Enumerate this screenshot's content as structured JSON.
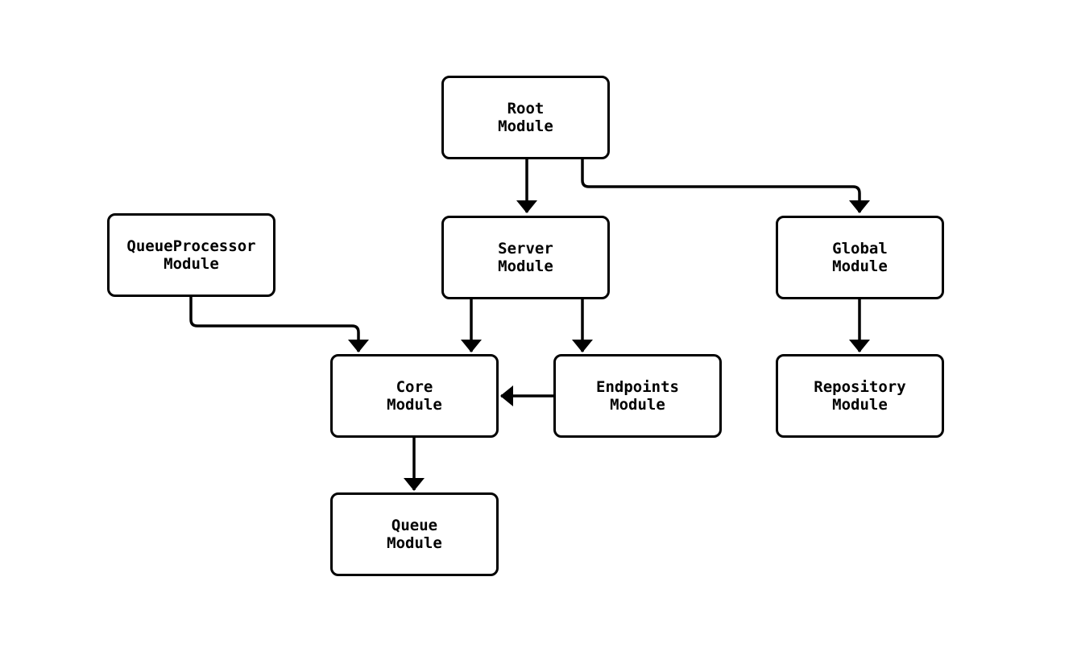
{
  "diagram": {
    "kind": "module-dependency-flowchart",
    "background_color": "#ffffff",
    "node_fill_color": "#ffffff",
    "node_border_color": "#000000",
    "edge_color": "#000000",
    "text_color": "#000000"
  },
  "nodes": {
    "root": {
      "line1": "Root",
      "line2": "Module"
    },
    "queueprocessor": {
      "line1": "QueueProcessor",
      "line2": "Module"
    },
    "server": {
      "line1": "Server",
      "line2": "Module"
    },
    "global": {
      "line1": "Global",
      "line2": "Module"
    },
    "core": {
      "line1": "Core",
      "line2": "Module"
    },
    "endpoints": {
      "line1": "Endpoints",
      "line2": "Module"
    },
    "repository": {
      "line1": "Repository",
      "line2": "Module"
    },
    "queue": {
      "line1": "Queue",
      "line2": "Module"
    }
  },
  "edges": [
    {
      "from": "Root Module",
      "to": "Server Module"
    },
    {
      "from": "Root Module",
      "to": "Global Module"
    },
    {
      "from": "QueueProcessor Module",
      "to": "Core Module"
    },
    {
      "from": "Server Module",
      "to": "Core Module"
    },
    {
      "from": "Server Module",
      "to": "Endpoints Module"
    },
    {
      "from": "Endpoints Module",
      "to": "Core Module"
    },
    {
      "from": "Global Module",
      "to": "Repository Module"
    },
    {
      "from": "Core Module",
      "to": "Queue Module"
    }
  ]
}
